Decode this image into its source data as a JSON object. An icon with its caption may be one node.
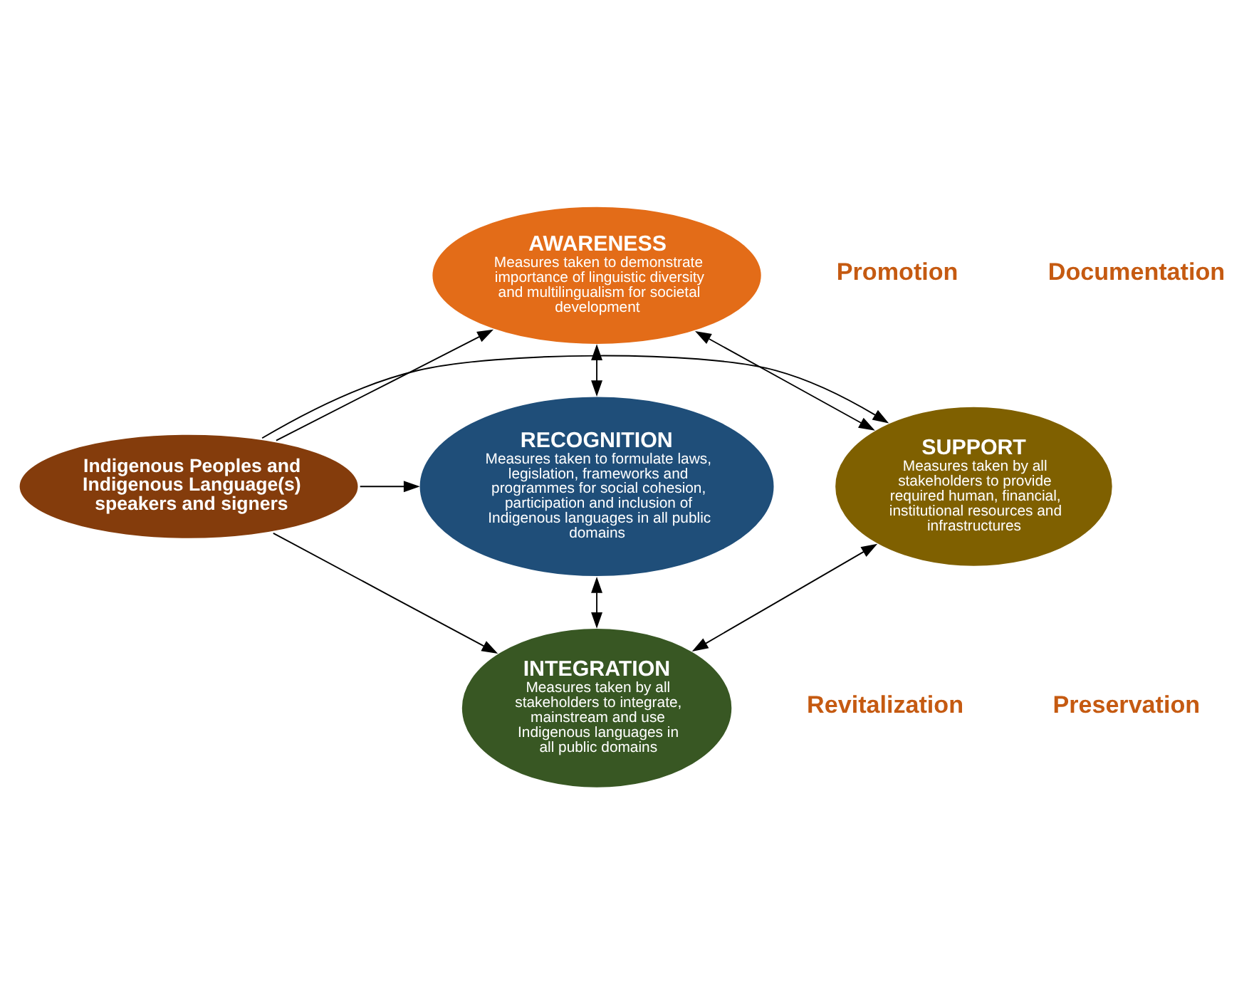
{
  "diagram": {
    "nodes": [
      {
        "text": [
          "AWARENESS",
          "Measures taken to demonstrate importance of linguistic diversity and multilingualism for societal development"
        ]
      },
      {
        "text": [
          "SUPPORT",
          "Measures taken by all stakeholders to provide required human, financial, institutional resources and infrastructures"
        ]
      },
      {
        "text": [
          "Indigenous Peoples and Indigenous Language(s) speakers and signers"
        ]
      },
      {
        "text": [
          "RECOGNITION",
          "Measures taken to formulate laws, legislation, frameworks and programmes for social cohesion, participation and inclusion of Indigenous languages in all public domains"
        ]
      },
      {
        "text": [
          "INTEGRATION",
          "Measures taken by all stakeholders to integrate, mainstream and use Indigenous languages in all public domains"
        ]
      }
    ],
    "edges": [
      {
        "from": 2,
        "to": 0,
        "arrow": "to"
      },
      {
        "from": 2,
        "to": 1,
        "arrow": "to"
      },
      {
        "from": 2,
        "to": 3,
        "arrow": "to"
      },
      {
        "from": 2,
        "to": 4,
        "arrow": "to"
      },
      {
        "from": 1,
        "to": 0,
        "arrow": "both"
      },
      {
        "from": 0,
        "to": 3,
        "arrow": "both"
      },
      {
        "from": 1,
        "to": 4,
        "arrow": "both"
      },
      {
        "from": 4,
        "to": 3,
        "arrow": "both"
      }
    ],
    "labels": [
      "Promotion",
      "Documentation",
      "Revitalization",
      "Preservation"
    ]
  }
}
